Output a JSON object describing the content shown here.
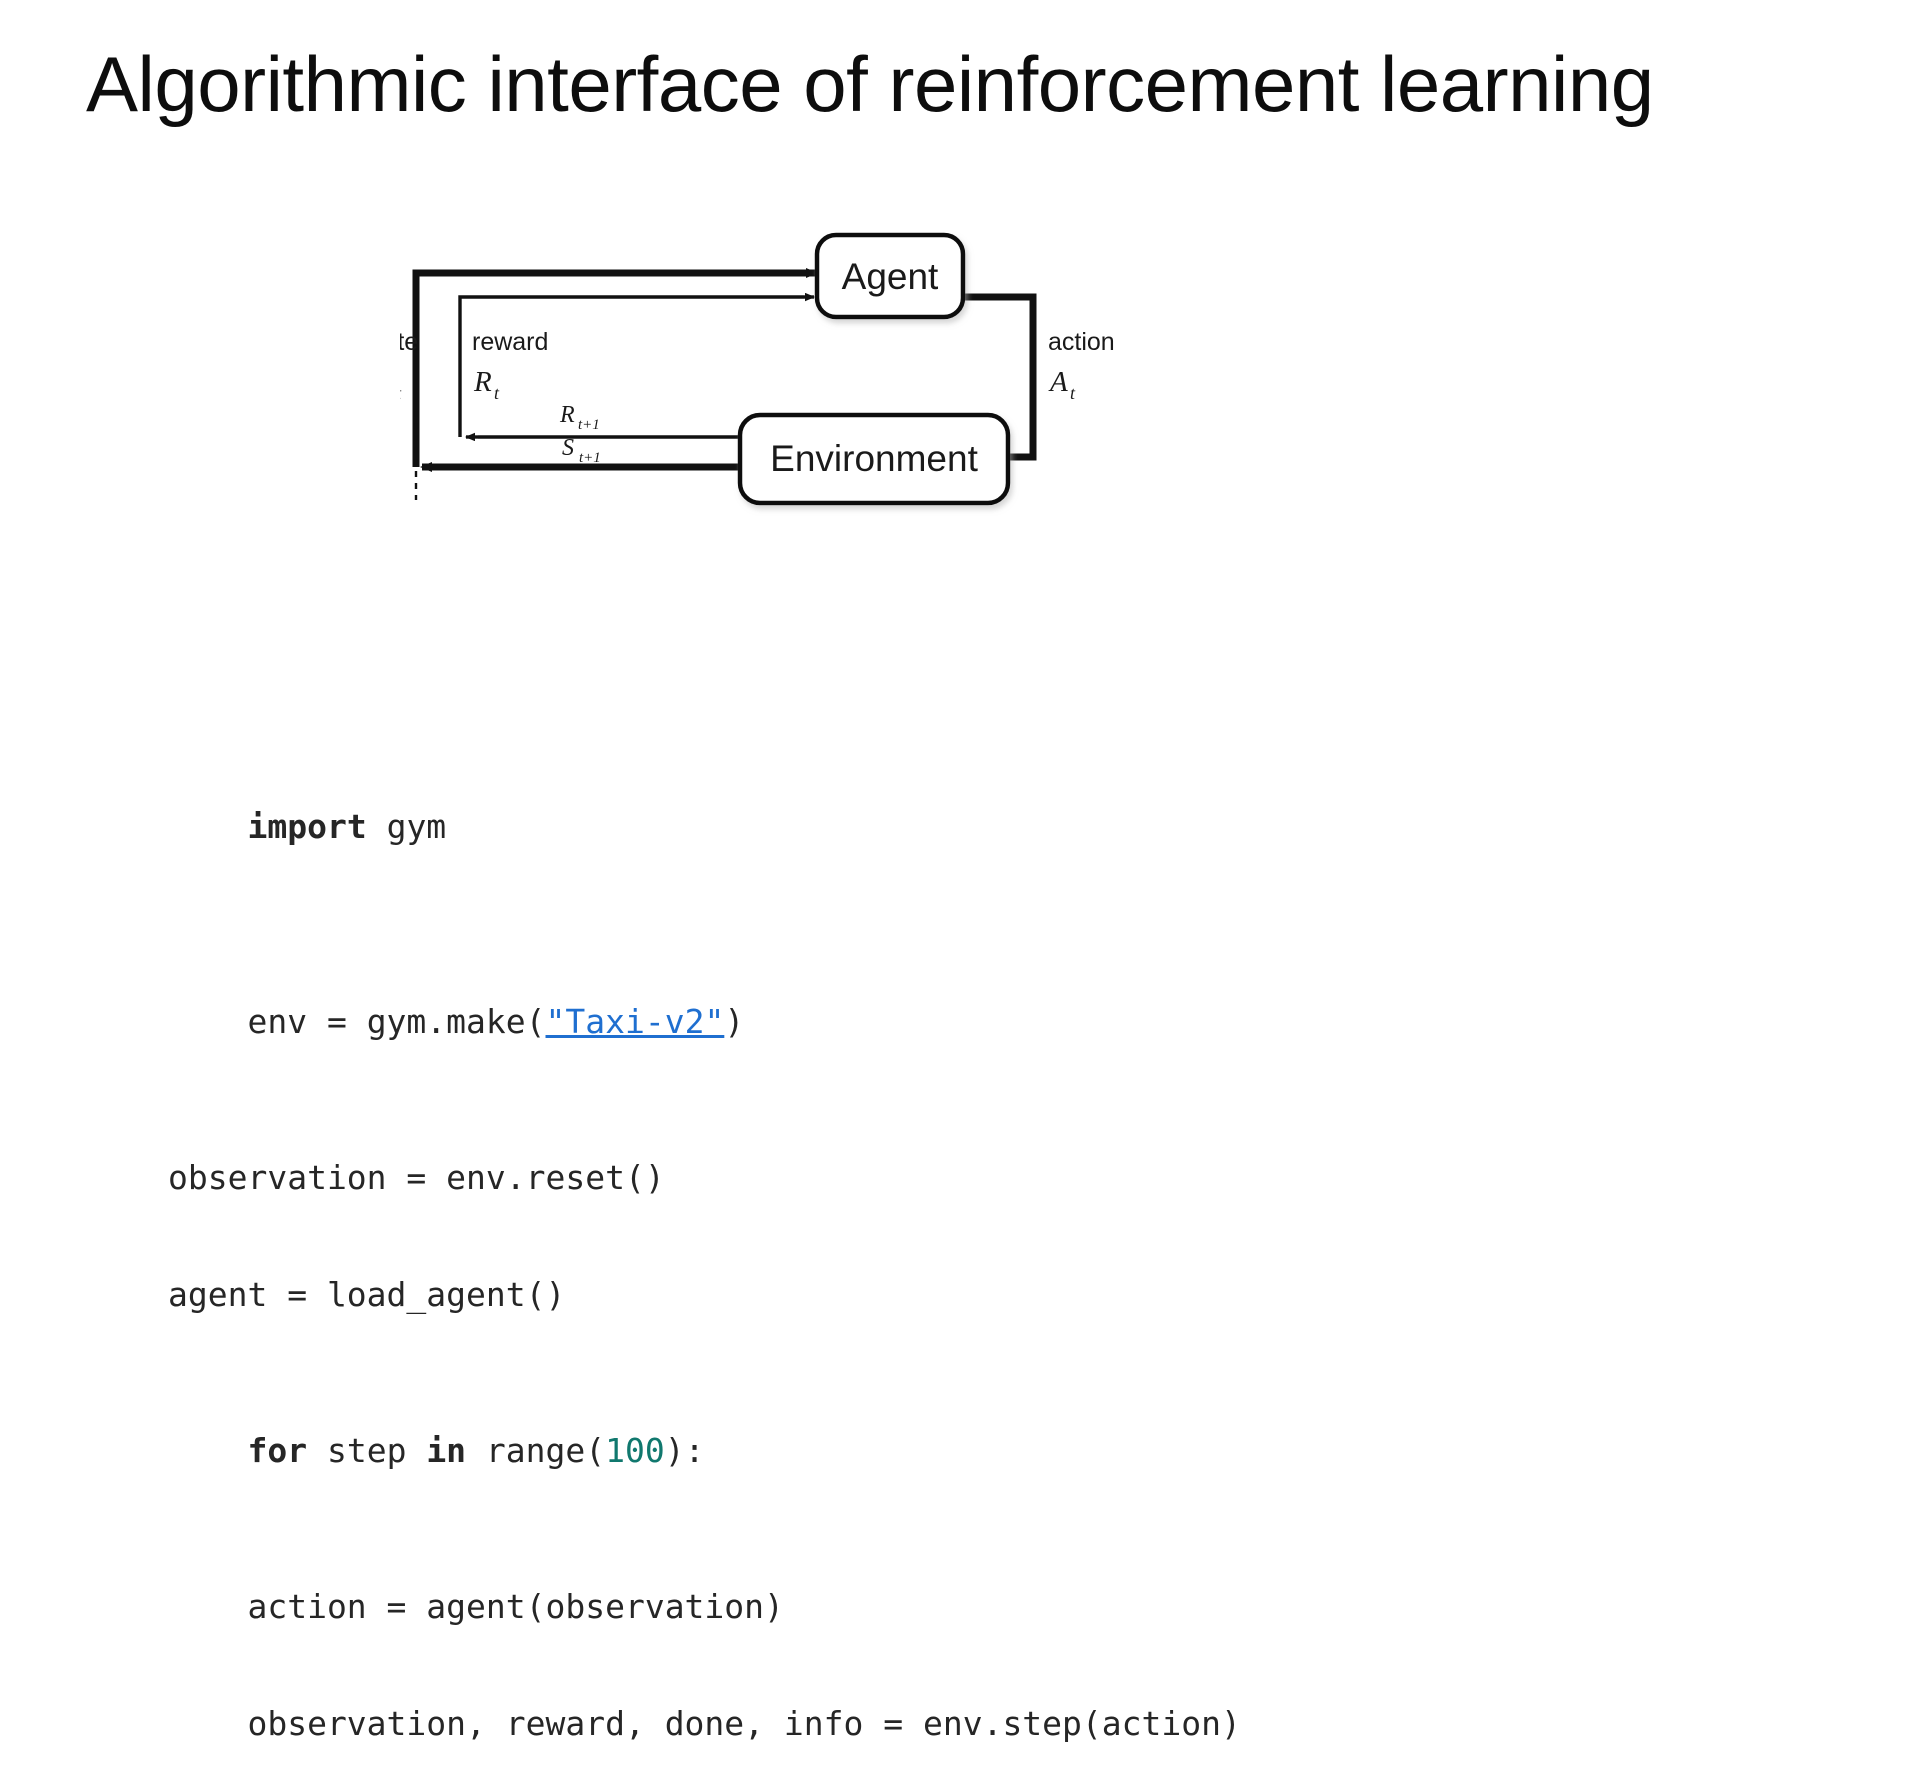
{
  "slide": {
    "title": "Algorithmic interface of reinforcement learning",
    "background_color": "#ffffff",
    "text_color": "#0d0d0d"
  },
  "diagram": {
    "name": "agent-environment-interaction-loop",
    "type": "flow-diagram",
    "nodes": [
      {
        "id": "agent",
        "label": "Agent"
      },
      {
        "id": "environment",
        "label": "Environment"
      }
    ],
    "edges": [
      {
        "id": "state",
        "from": "environment",
        "to": "agent",
        "label": "state",
        "symbol": "S",
        "subscript": "t"
      },
      {
        "id": "reward",
        "from": "environment",
        "to": "agent",
        "label": "reward",
        "symbol": "R",
        "subscript": "t"
      },
      {
        "id": "action",
        "from": "agent",
        "to": "environment",
        "label": "action",
        "symbol": "A",
        "subscript": "t"
      },
      {
        "id": "next-reward",
        "from": "environment",
        "to": "agent",
        "symbol": "R",
        "subscript": "t+1"
      },
      {
        "id": "next-state",
        "from": "environment",
        "to": "agent",
        "symbol": "S",
        "subscript": "t+1"
      }
    ],
    "time_boundary": "dashed-vertical-line"
  },
  "code": {
    "language": "python",
    "lines": [
      {
        "segments": [
          {
            "t": "import",
            "s": "kw"
          },
          {
            "t": " gym",
            "s": "plain"
          }
        ]
      },
      {
        "segments": [
          {
            "t": "env = gym.make(",
            "s": "plain"
          },
          {
            "t": "\"Taxi-v2\"",
            "s": "str-link"
          },
          {
            "t": ")",
            "s": "plain"
          }
        ]
      },
      {
        "segments": [
          {
            "t": "observation = env.reset()",
            "s": "plain"
          }
        ]
      },
      {
        "segments": [
          {
            "t": "agent = load_agent()",
            "s": "plain"
          }
        ]
      },
      {
        "segments": [
          {
            "t": "for",
            "s": "kw"
          },
          {
            "t": " step ",
            "s": "plain"
          },
          {
            "t": "in",
            "s": "kw"
          },
          {
            "t": " range(",
            "s": "plain"
          },
          {
            "t": "100",
            "s": "num"
          },
          {
            "t": "):",
            "s": "plain"
          }
        ]
      },
      {
        "segments": [
          {
            "t": "    action = agent(observation)",
            "s": "plain"
          }
        ]
      },
      {
        "segments": [
          {
            "t": "    observation, reward, done, info = env.step(action)",
            "s": "plain"
          }
        ]
      }
    ],
    "colors": {
      "text": "#262626",
      "keyword": "#262626",
      "string_link": "#1f6fd0",
      "number": "#10786e"
    }
  }
}
